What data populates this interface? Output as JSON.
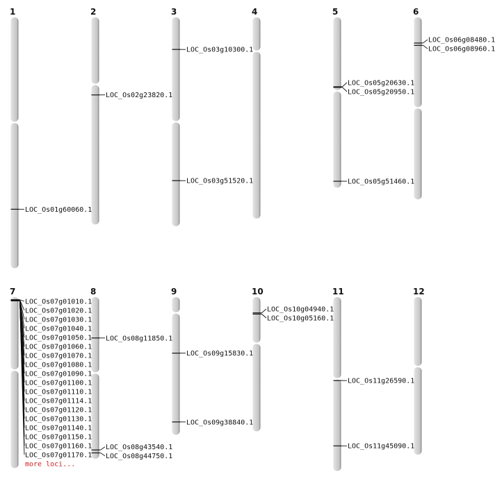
{
  "units": "Mb",
  "more_loci_label": "more loci...",
  "colors": {
    "chromosome_fill": "#d4d4d4",
    "chromosome_edge": "#8a8a8a",
    "locus_line": "#111111",
    "more_link": "#d02020"
  },
  "chromosomes": [
    {
      "name": "1",
      "length": 43.0,
      "centromere": 18.0,
      "loci": [
        {
          "id": "LOC_Os01g60060.1",
          "pos": 32.9
        }
      ]
    },
    {
      "name": "2",
      "length": 35.5,
      "centromere": 11.5,
      "loci": [
        {
          "id": "LOC_Os02g23820.1",
          "pos": 13.3
        }
      ]
    },
    {
      "name": "3",
      "length": 35.8,
      "centromere": 17.9,
      "loci": [
        {
          "id": "LOC_Os03g10300.1",
          "pos": 5.5
        },
        {
          "id": "LOC_Os03g51520.1",
          "pos": 28.0
        }
      ]
    },
    {
      "name": "4",
      "length": 34.5,
      "centromere": 5.8,
      "loci": []
    },
    {
      "name": "5",
      "length": 29.2,
      "centromere": 12.6,
      "loci": [
        {
          "id": "LOC_Os05g20630.1",
          "pos": 11.9
        },
        {
          "id": "LOC_Os05g20950.1",
          "pos": 12.0
        },
        {
          "id": "LOC_Os05g51460.1",
          "pos": 28.1
        }
      ]
    },
    {
      "name": "6",
      "length": 31.2,
      "centromere": 15.5,
      "loci": [
        {
          "id": "LOC_Os06g08480.1",
          "pos": 4.4
        },
        {
          "id": "LOC_Os06g08960.1",
          "pos": 4.8
        }
      ]
    },
    {
      "name": "7",
      "length": 29.3,
      "centromere": 12.5,
      "more": true,
      "loci": [
        {
          "id": "LOC_Os07g01010.1",
          "pos": 0.45
        },
        {
          "id": "LOC_Os07g01020.1",
          "pos": 0.46
        },
        {
          "id": "LOC_Os07g01030.1",
          "pos": 0.47
        },
        {
          "id": "LOC_Os07g01040.1",
          "pos": 0.48
        },
        {
          "id": "LOC_Os07g01050.1",
          "pos": 0.49
        },
        {
          "id": "LOC_Os07g01060.1",
          "pos": 0.5
        },
        {
          "id": "LOC_Os07g01070.1",
          "pos": 0.51
        },
        {
          "id": "LOC_Os07g01080.1",
          "pos": 0.52
        },
        {
          "id": "LOC_Os07g01090.1",
          "pos": 0.53
        },
        {
          "id": "LOC_Os07g01100.1",
          "pos": 0.54
        },
        {
          "id": "LOC_Os07g01110.1",
          "pos": 0.55
        },
        {
          "id": "LOC_Os07g01114.1",
          "pos": 0.56
        },
        {
          "id": "LOC_Os07g01120.1",
          "pos": 0.57
        },
        {
          "id": "LOC_Os07g01130.1",
          "pos": 0.58
        },
        {
          "id": "LOC_Os07g01140.1",
          "pos": 0.59
        },
        {
          "id": "LOC_Os07g01150.1",
          "pos": 0.6
        },
        {
          "id": "LOC_Os07g01160.1",
          "pos": 0.61
        },
        {
          "id": "LOC_Os07g01170.1",
          "pos": 0.62
        }
      ]
    },
    {
      "name": "8",
      "length": 27.7,
      "centromere": 13.0,
      "loci": [
        {
          "id": "LOC_Os08g11850.1",
          "pos": 7.0
        },
        {
          "id": "LOC_Os08g43540.1",
          "pos": 26.2
        },
        {
          "id": "LOC_Os08g44750.1",
          "pos": 26.7
        }
      ]
    },
    {
      "name": "9",
      "length": 23.6,
      "centromere": 2.7,
      "loci": [
        {
          "id": "LOC_Os09g15830.1",
          "pos": 9.6
        },
        {
          "id": "LOC_Os09g38840.1",
          "pos": 21.4
        }
      ]
    },
    {
      "name": "10",
      "length": 23.0,
      "centromere": 7.9,
      "loci": [
        {
          "id": "LOC_Os10g04940.1",
          "pos": 2.7
        },
        {
          "id": "LOC_Os10g05160.1",
          "pos": 2.9
        }
      ]
    },
    {
      "name": "11",
      "length": 29.8,
      "centromere": 14.0,
      "loci": [
        {
          "id": "LOC_Os11g26590.1",
          "pos": 14.3
        },
        {
          "id": "LOC_Os11g45090.1",
          "pos": 25.5
        }
      ]
    },
    {
      "name": "12",
      "length": 27.0,
      "centromere": 11.9,
      "loci": []
    }
  ]
}
